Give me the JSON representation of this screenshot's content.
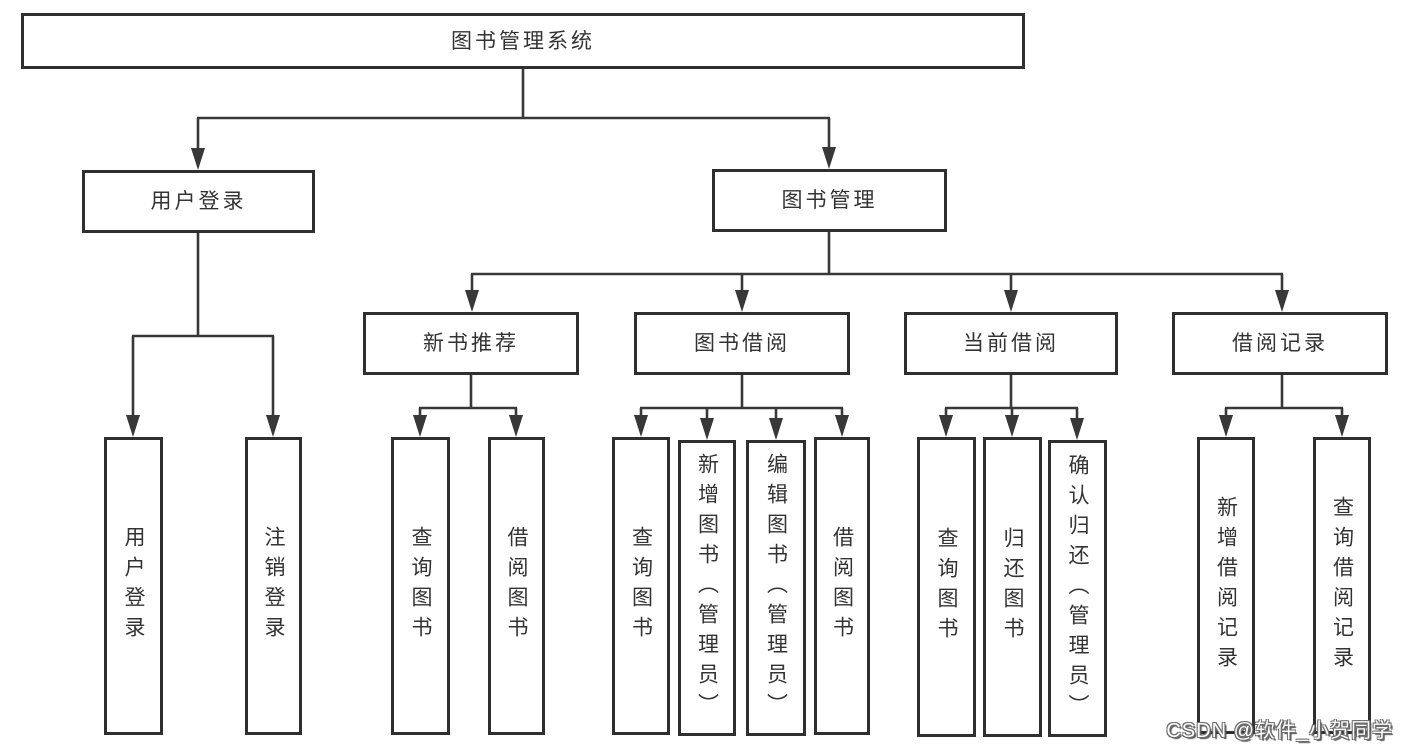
{
  "diagram": {
    "root": {
      "label": "图书管理系统"
    },
    "level2": [
      {
        "label": "用户登录"
      },
      {
        "label": "图书管理"
      }
    ],
    "level3": [
      {
        "label": "新书推荐"
      },
      {
        "label": "图书借阅"
      },
      {
        "label": "当前借阅"
      },
      {
        "label": "借阅记录"
      }
    ],
    "leaves": [
      {
        "label": "用户登录"
      },
      {
        "label": "注销登录"
      },
      {
        "label": "查询图书"
      },
      {
        "label": "借阅图书"
      },
      {
        "label": "查询图书"
      },
      {
        "label": "新增图书（管理员）"
      },
      {
        "label": "编辑图书（管理员）"
      },
      {
        "label": "借阅图书"
      },
      {
        "label": "查询图书"
      },
      {
        "label": "归还图书"
      },
      {
        "label": "确认归还（管理员）"
      },
      {
        "label": "新增借阅记录"
      },
      {
        "label": "查询借阅记录"
      }
    ],
    "watermark": "CSDN @软件_小贺同学",
    "colors": {
      "line": "#383838",
      "border": "#2f2f2f",
      "text": "#333333",
      "background": "#ffffff",
      "watermark_fill": "#fdfdfd",
      "watermark_outline": "#6b6b6b"
    }
  }
}
